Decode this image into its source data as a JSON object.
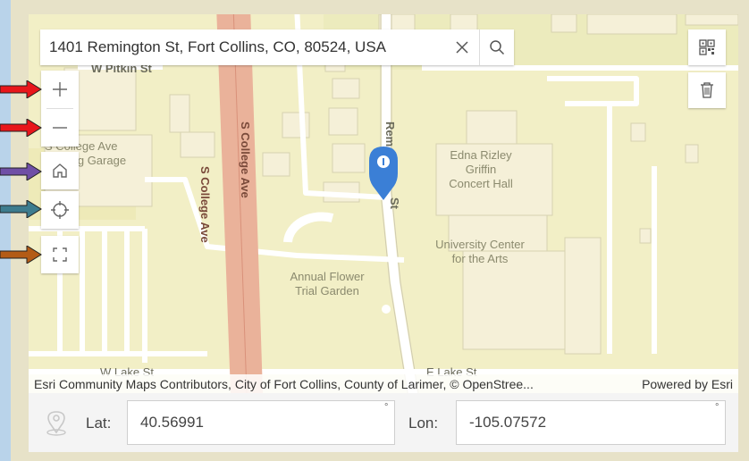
{
  "search": {
    "value": "1401 Remington St, Fort Collins, CO, 80524, USA"
  },
  "map": {
    "streets": {
      "w_pitkin": "W Pitkin St",
      "s_college_1": "S College Ave",
      "s_college_2": "S College Ave",
      "remington": "Rem",
      "remington_st": "St",
      "w_lake": "W Lake St",
      "e_lake": "E Lake St"
    },
    "places": {
      "garage_1": "S College Ave",
      "garage_2": "Parking Garage",
      "edna_1": "Edna Rizley",
      "edna_2": "Griffin",
      "edna_3": "Concert Hall",
      "uca_1": "University Center",
      "uca_2": "for the Arts",
      "flower_1": "Annual Flower",
      "flower_2": "Trial Garden"
    }
  },
  "attribution": {
    "sources": "Esri Community Maps Contributors, City of Fort Collins, County of Larimer, © OpenStree...",
    "powered": "Powered by Esri"
  },
  "coords": {
    "lat_label": "Lat:",
    "lat_value": "40.56991",
    "lon_label": "Lon:",
    "lon_value": "-105.07572",
    "degree": "°"
  },
  "colors": {
    "arrow_red": "#e8161b",
    "arrow_purple": "#6f4fa6",
    "arrow_teal": "#3d7c8e",
    "arrow_brown": "#b35b16",
    "marker": "#3b7fd6",
    "college_ave": "#eab29a"
  },
  "icons": [
    "plus-icon",
    "minus-icon",
    "home-icon",
    "locate-icon",
    "fullscreen-icon",
    "search-icon",
    "close-icon",
    "qr-code-icon",
    "trash-icon",
    "location-pin-icon"
  ]
}
